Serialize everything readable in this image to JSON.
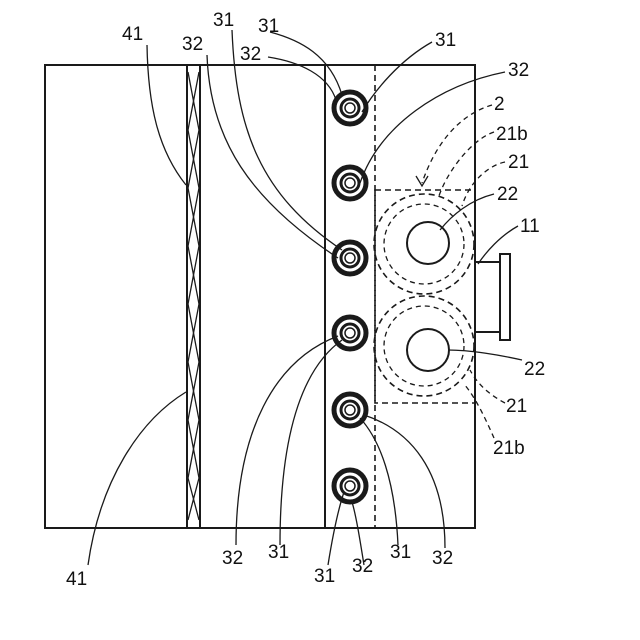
{
  "labels": {
    "tube": "31",
    "fin": "32",
    "plate": "41",
    "unit": "2",
    "housing": "21",
    "housing_edge": "21b",
    "fan": "22",
    "port": "11"
  }
}
